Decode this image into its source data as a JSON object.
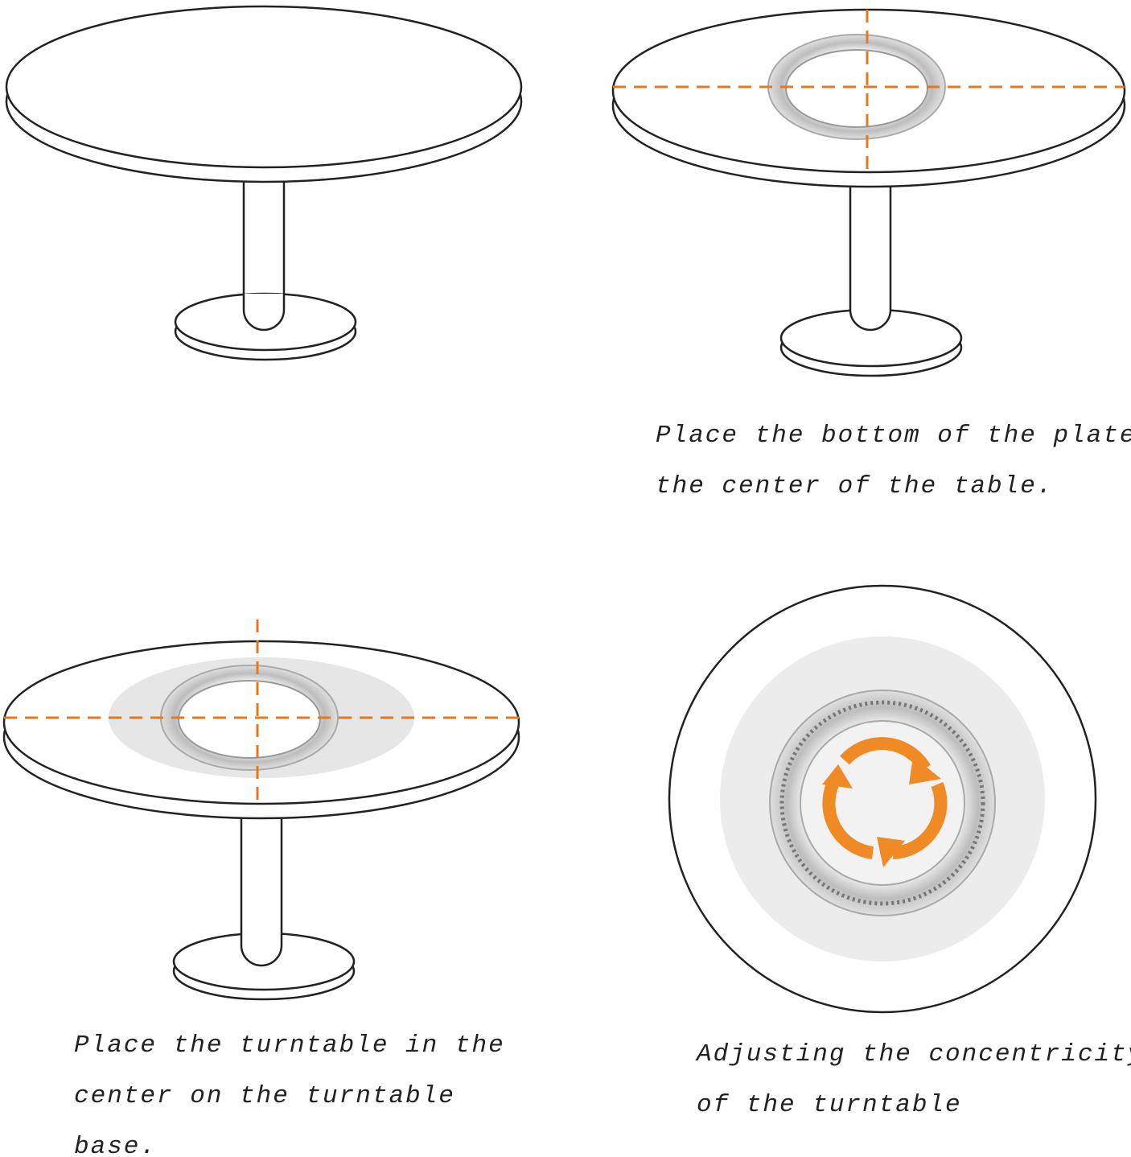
{
  "steps": [
    {
      "caption_lines": []
    },
    {
      "caption_lines": [
        "Place the bottom of the plate in",
        "the center of the table."
      ]
    },
    {
      "caption_lines": [
        "Place the turntable in the",
        "center on the turntable",
        "base."
      ]
    },
    {
      "caption_lines": [
        "Adjusting the concentricity",
        "of the turntable"
      ]
    }
  ],
  "colors": {
    "guide_line": "#e07a20",
    "arrow": "#f08a24",
    "turntable": "#c8c8c8",
    "shadow": "#e8e8e8",
    "outline": "#222222"
  },
  "icons": {
    "rotation": "rotate-arrows-icon"
  }
}
